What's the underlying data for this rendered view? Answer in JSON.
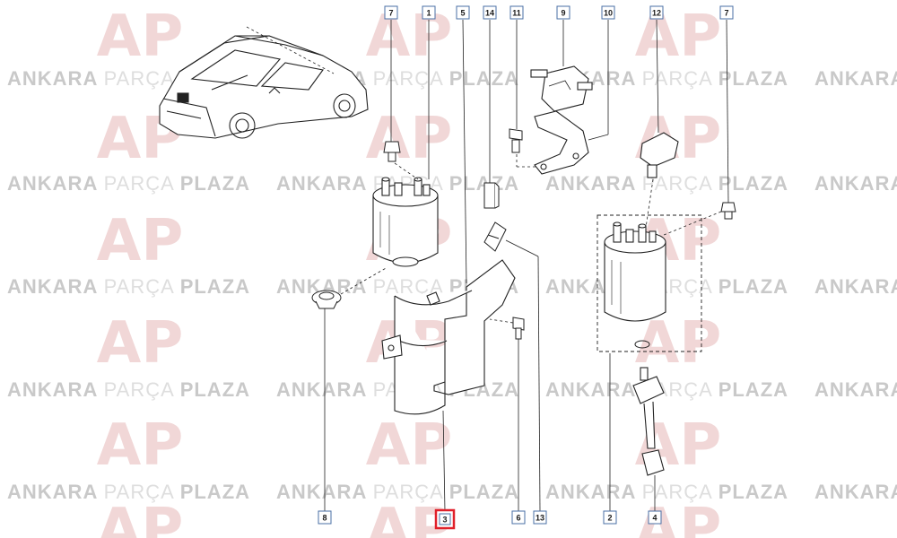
{
  "watermark": {
    "word1": "ANKARA",
    "word2": "PARÇA",
    "word3": "PLAZA",
    "logo": "AP",
    "color_dark": "#c9c9c9",
    "color_light": "#dedede",
    "logo_color": "#f1d7d7"
  },
  "callouts": {
    "c7a": "7",
    "c1": "1",
    "c5": "5",
    "c14": "14",
    "c11": "11",
    "c9": "9",
    "c10": "10",
    "c12": "12",
    "c7b": "7",
    "c8": "8",
    "c3": "3",
    "c6": "6",
    "c13": "13",
    "c2": "2",
    "c4": "4"
  },
  "highlight_callout": "3",
  "colors": {
    "line": "#222222",
    "box_border": "#4a6fa5",
    "highlight": "#e0202a"
  }
}
